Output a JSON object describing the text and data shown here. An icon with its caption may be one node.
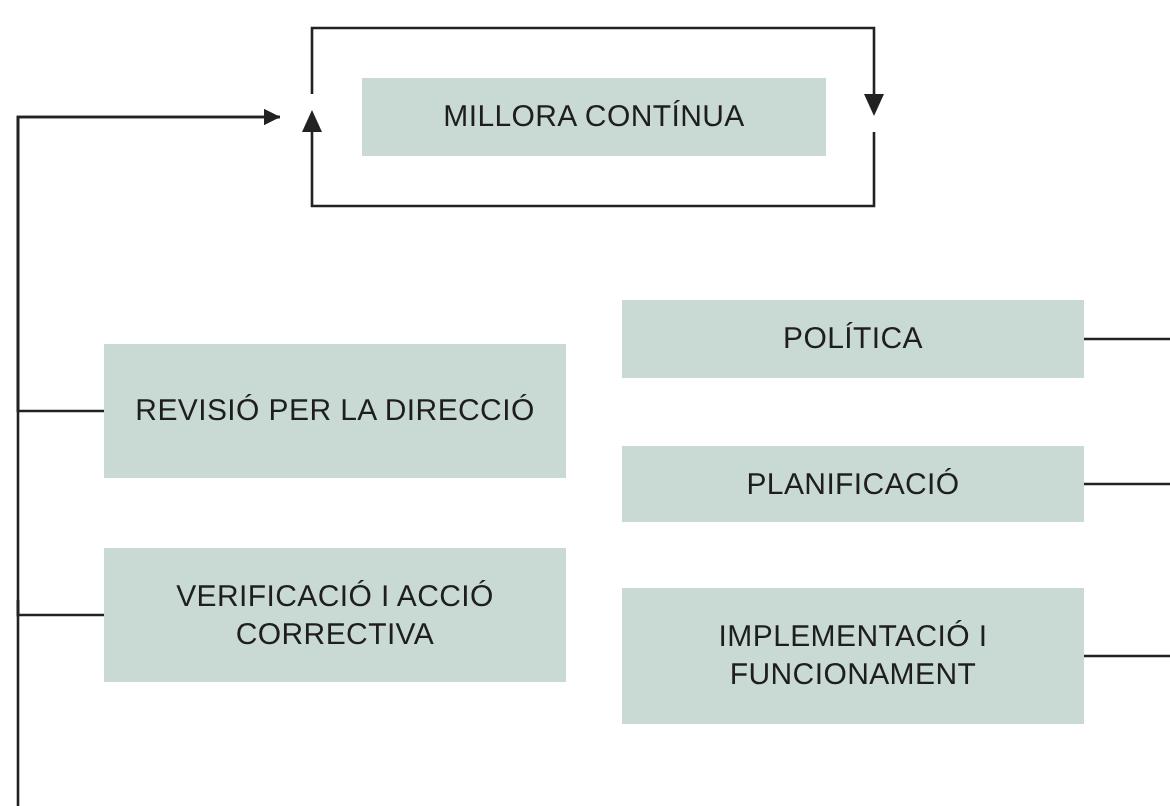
{
  "diagram": {
    "nodes": [
      {
        "text": [
          "MILLORA CONTÍNUA"
        ]
      },
      {
        "text": [
          "POLÍTICA"
        ]
      },
      {
        "text": [
          "REVISIÓ PER LA DIRECCIÓ"
        ]
      },
      {
        "text": [
          "PLANIFICACIÓ"
        ]
      },
      {
        "text": [
          "VERIFICACIÓ I ACCIÓ CORRECTIVA"
        ]
      },
      {
        "text": [
          "IMPLEMENTACIÓ I FUNCIONAMENT"
        ]
      }
    ],
    "edges": [
      {
        "from": 2,
        "to": 0,
        "arrow": "to"
      },
      {
        "from": 4,
        "to": 0,
        "arrow": "to"
      },
      {
        "from": 1,
        "to": null,
        "arrow": "none"
      },
      {
        "from": 3,
        "to": null,
        "arrow": "none"
      },
      {
        "from": 5,
        "to": null,
        "arrow": "none"
      }
    ]
  }
}
